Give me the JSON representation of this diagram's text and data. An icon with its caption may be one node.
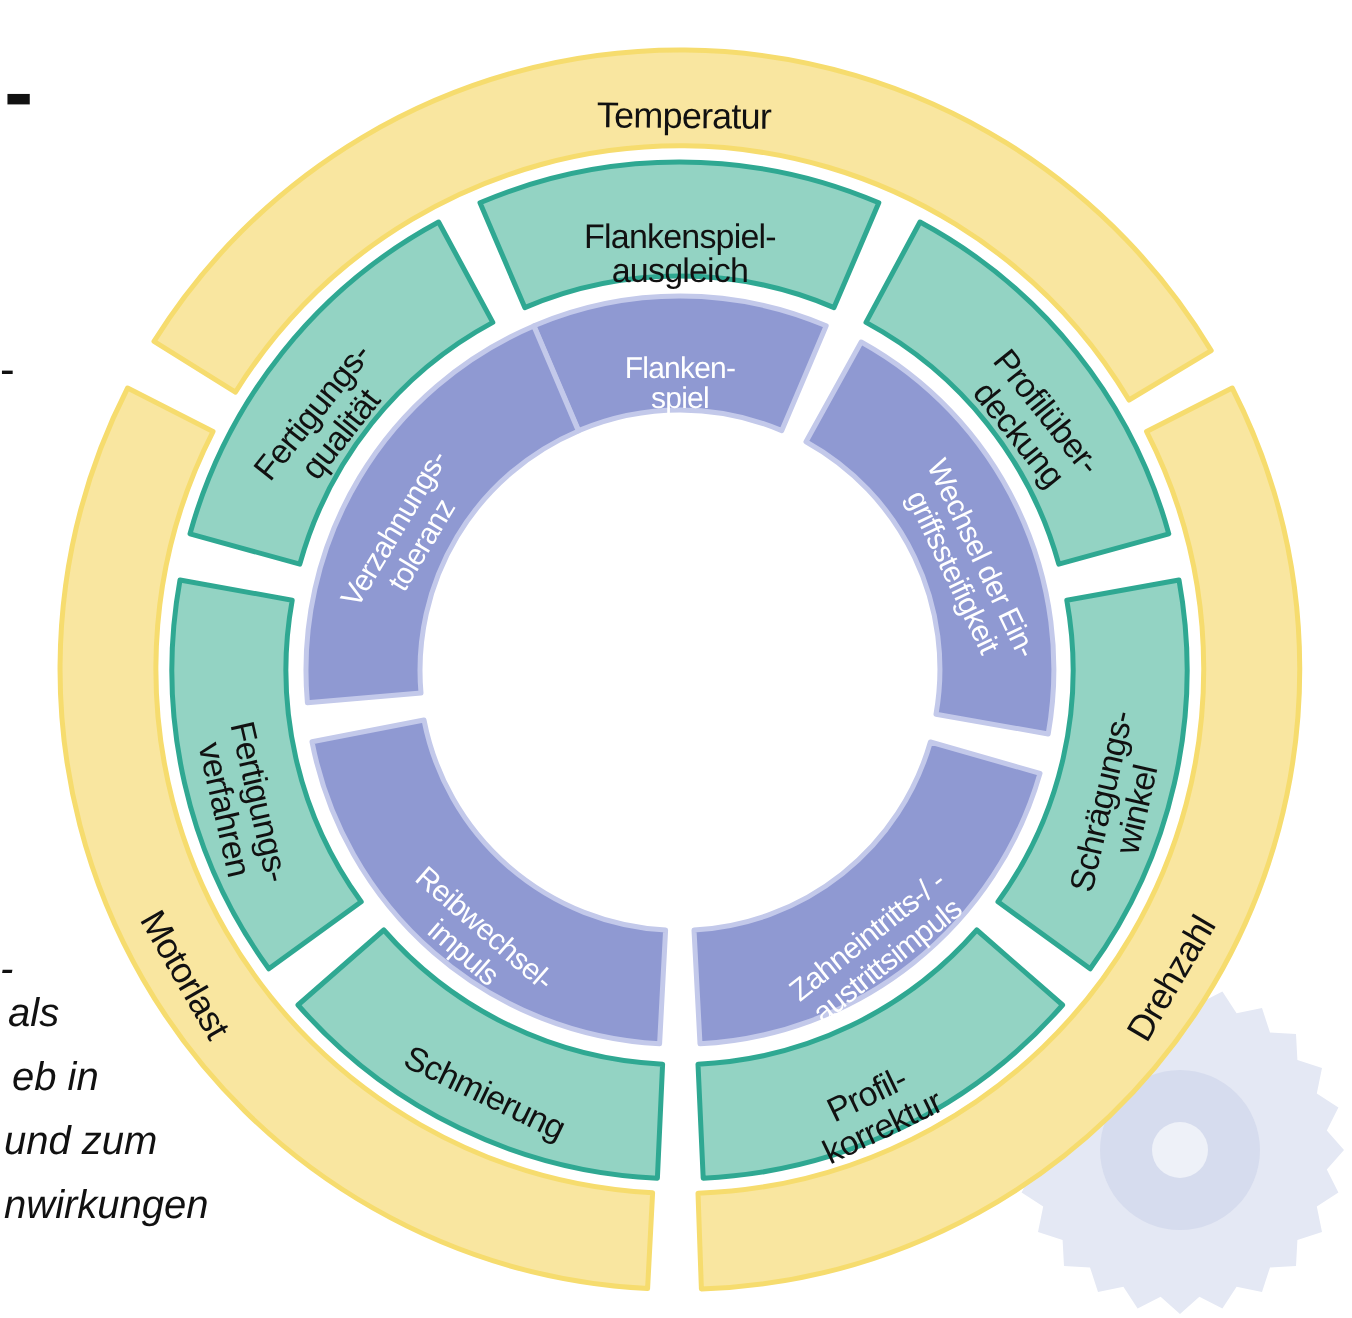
{
  "diagram": {
    "nodes": [
      {
        "text": [
          "Temperatur"
        ]
      },
      {
        "text": [
          "Flankenspiel- ausgleich"
        ]
      },
      {
        "text": [
          "Fertigungs- qualität"
        ]
      },
      {
        "text": [
          "Profilüber- deckung"
        ]
      },
      {
        "text": [
          "Flanken- spiel"
        ]
      },
      {
        "text": [
          "Verzahnungs- toleranz"
        ]
      },
      {
        "text": [
          "Wechsel der Ein- griffssteifigkeit"
        ]
      },
      {
        "text": [
          "Fertigungs- verfahren"
        ]
      },
      {
        "text": [
          "Schrägungs- winkel"
        ]
      },
      {
        "text": [
          "Reibwechsel- impuls"
        ]
      },
      {
        "text": [
          "Zahneintritts-/ -austrittsimpuls"
        ]
      },
      {
        "text": [
          "Motorlast"
        ]
      },
      {
        "text": [
          "Drehzahl"
        ]
      },
      {
        "text": [
          "Schmierung"
        ]
      },
      {
        "text": [
          "Profil- korrektur"
        ]
      }
    ],
    "labels": [
      "-",
      "-",
      "-",
      "als",
      "eb in",
      "und zum",
      "nwirkungen"
    ]
  }
}
